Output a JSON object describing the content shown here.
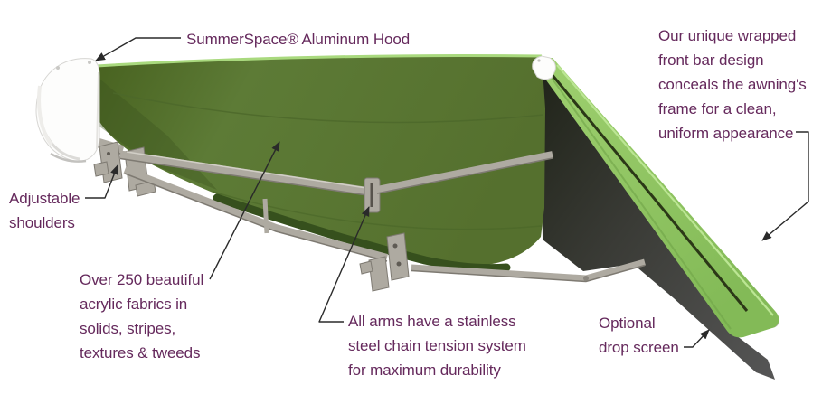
{
  "diagram": {
    "title_note": "annotated retractable awning product diagram",
    "background": "#ffffff"
  },
  "annotations": {
    "hood": {
      "text": "SummerSpace® Aluminum Hood"
    },
    "front_bar": {
      "text": "Our unique wrapped\nfront bar design\nconceals the awning's\nframe for a clean,\nuniform appearance"
    },
    "shoulders": {
      "text": "Adjustable\nshoulders"
    },
    "fabrics": {
      "text": "Over 250 beautiful\nacrylic fabrics in\nsolids, stripes,\ntextures & tweeds"
    },
    "arms": {
      "text": "All arms have a stainless\nsteel chain tension system\nfor maximum durability"
    },
    "drop_screen": {
      "text": "Optional\ndrop screen"
    }
  },
  "colors": {
    "annotation": "#65295c",
    "leader": "#2a2a2a",
    "fabric": "#5c7a35",
    "fabric_seam": "#4c682a",
    "fabric_edge": "#36501d",
    "bar_green": "#8ec765",
    "bar_highlight": "#bce694",
    "bar_groove": "#2b3817",
    "screen_dark": "#454545",
    "metal": "#aeaaa1",
    "metal_edge": "#7e7a72",
    "hood": "#fdfdfc"
  }
}
